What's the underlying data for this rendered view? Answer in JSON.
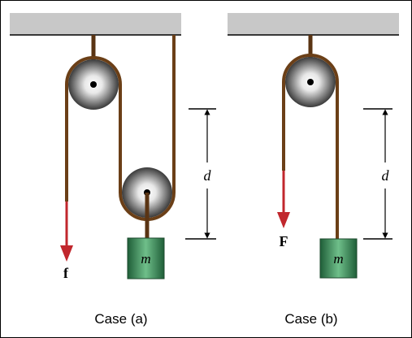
{
  "case_a": {
    "caption": "Case (a)",
    "force_label": "f",
    "distance_label": "d",
    "mass_label": "m"
  },
  "case_b": {
    "caption": "Case (b)",
    "force_label": "F",
    "distance_label": "d",
    "mass_label": "m"
  },
  "colors": {
    "ceiling": "#c8c8c8",
    "rope": "#6b3f17",
    "force_arrow": "#c1272d",
    "mass_fill": "#2e7d4f",
    "pulley_dark": "#3a3a3a"
  }
}
